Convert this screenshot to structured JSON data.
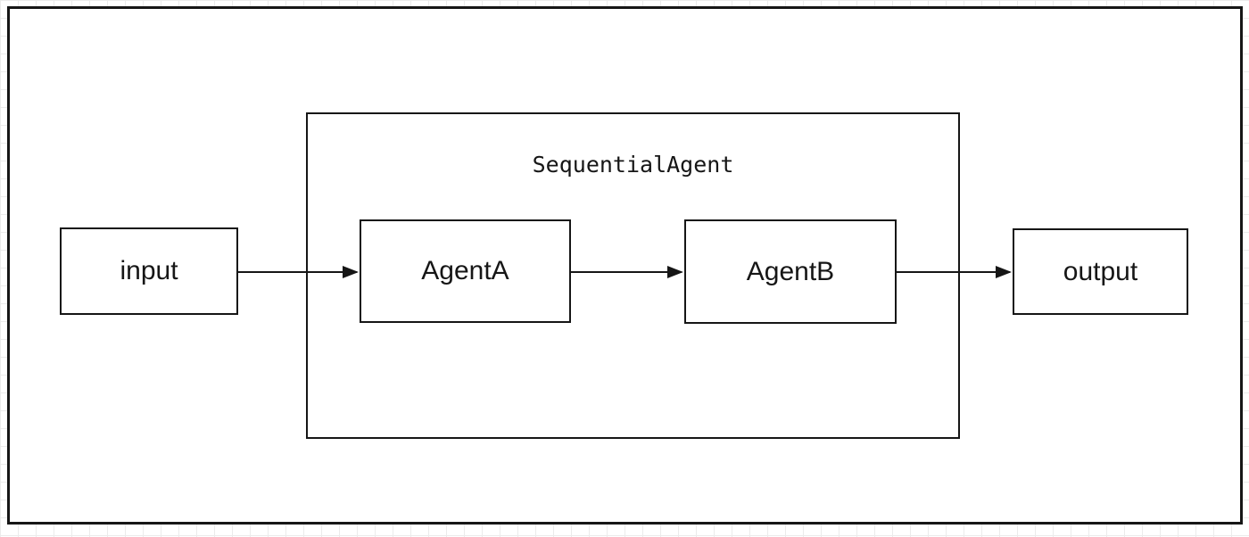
{
  "diagram": {
    "type": "flowchart",
    "container": {
      "label": "SequentialAgent"
    },
    "nodes": [
      {
        "id": "input",
        "label": "input"
      },
      {
        "id": "agent_a",
        "label": "AgentA",
        "parent": "SequentialAgent"
      },
      {
        "id": "agent_b",
        "label": "AgentB",
        "parent": "SequentialAgent"
      },
      {
        "id": "output",
        "label": "output"
      }
    ],
    "edges": [
      {
        "from": "input",
        "to": "AgentA"
      },
      {
        "from": "AgentA",
        "to": "AgentB"
      },
      {
        "from": "AgentB",
        "to": "output"
      }
    ],
    "colors": {
      "stroke": "#161616",
      "canvas": "#ffffff",
      "grid": "#ebebeb"
    }
  }
}
